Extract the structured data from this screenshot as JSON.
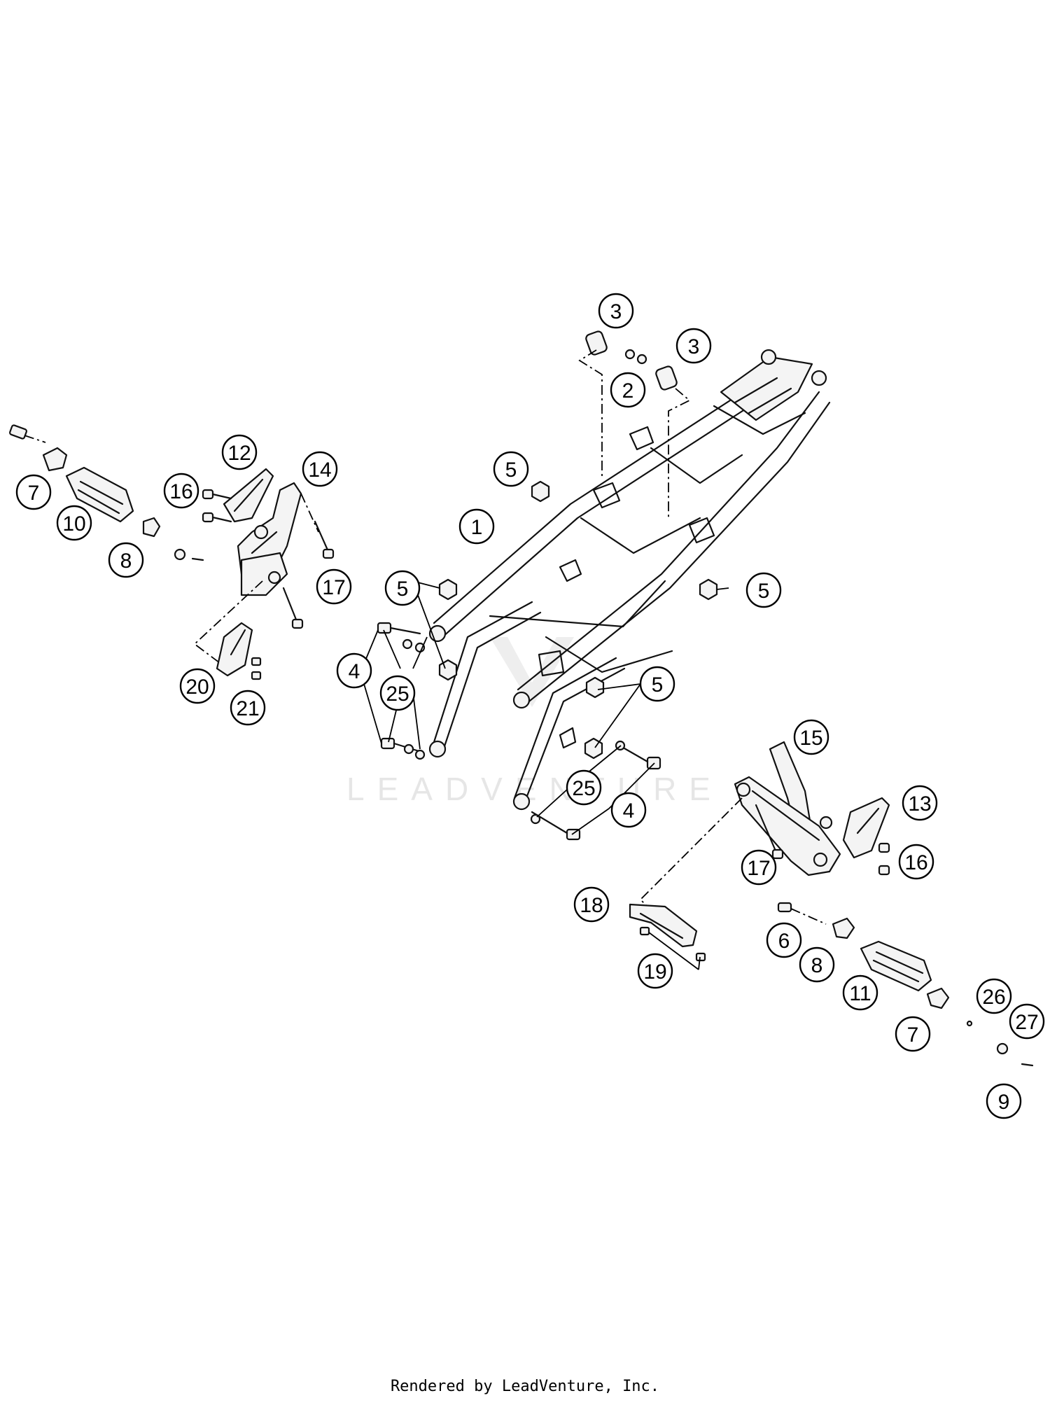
{
  "watermark": "LEADVENTURE",
  "footer": "Rendered by LeadVenture, Inc.",
  "callouts": [
    "1",
    "2",
    "3",
    "3",
    "4",
    "4",
    "5",
    "5",
    "5",
    "5",
    "6",
    "7",
    "7",
    "8",
    "8",
    "9",
    "10",
    "11",
    "12",
    "13",
    "14",
    "15",
    "16",
    "16",
    "17",
    "17",
    "18",
    "19",
    "20",
    "21",
    "25",
    "25",
    "26",
    "27"
  ]
}
